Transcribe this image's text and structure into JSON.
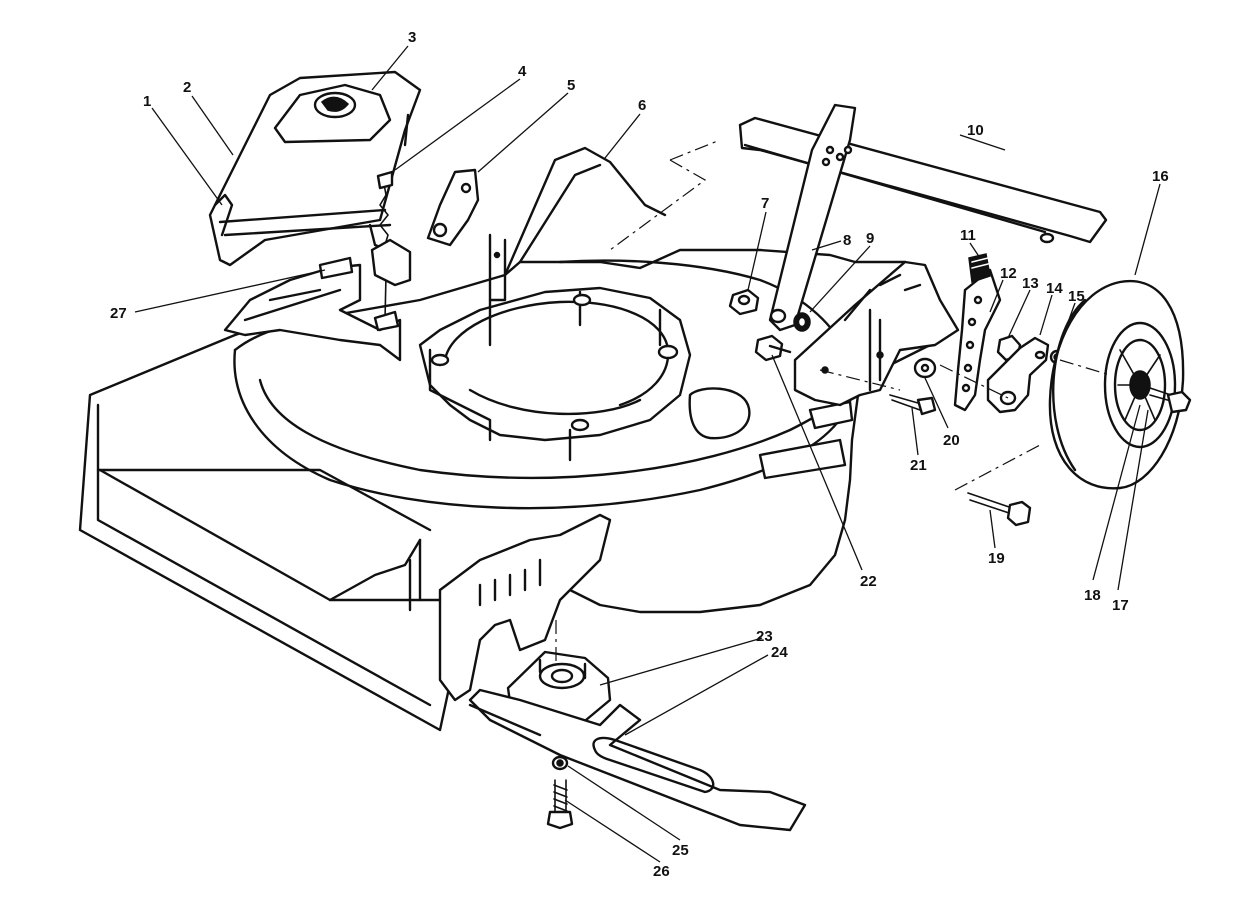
{
  "callouts": [
    {
      "id": "c1",
      "label": "1"
    },
    {
      "id": "c2",
      "label": "2"
    },
    {
      "id": "c3",
      "label": "3"
    },
    {
      "id": "c4",
      "label": "4"
    },
    {
      "id": "c5",
      "label": "5"
    },
    {
      "id": "c6",
      "label": "6"
    },
    {
      "id": "c7",
      "label": "7"
    },
    {
      "id": "c8",
      "label": "8"
    },
    {
      "id": "c9",
      "label": "9"
    },
    {
      "id": "c10",
      "label": "10"
    },
    {
      "id": "c11",
      "label": "11"
    },
    {
      "id": "c12",
      "label": "12"
    },
    {
      "id": "c13",
      "label": "13"
    },
    {
      "id": "c14",
      "label": "14"
    },
    {
      "id": "c15",
      "label": "15"
    },
    {
      "id": "c16",
      "label": "16"
    },
    {
      "id": "c17",
      "label": "17"
    },
    {
      "id": "c18",
      "label": "18"
    },
    {
      "id": "c19",
      "label": "19"
    },
    {
      "id": "c20",
      "label": "20"
    },
    {
      "id": "c21",
      "label": "21"
    },
    {
      "id": "c22",
      "label": "22"
    },
    {
      "id": "c23",
      "label": "23"
    },
    {
      "id": "c24",
      "label": "24"
    },
    {
      "id": "c25",
      "label": "25"
    },
    {
      "id": "c26",
      "label": "26"
    },
    {
      "id": "c27",
      "label": "27"
    }
  ]
}
